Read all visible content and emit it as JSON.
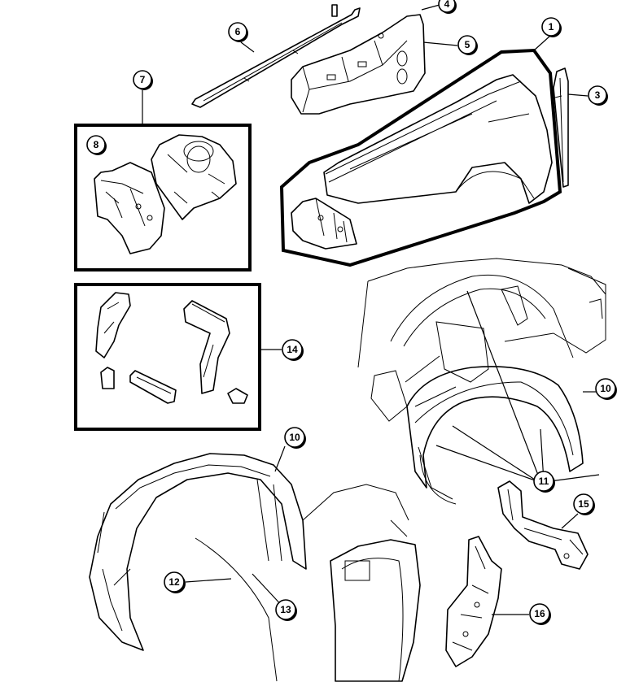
{
  "callouts": {
    "c1": "1",
    "c3": "3",
    "c4": "4",
    "c5": "5",
    "c6": "6",
    "c7": "7",
    "c8": "8",
    "c10a": "10",
    "c10b": "10",
    "c11": "11",
    "c12": "12",
    "c13": "13",
    "c14": "14",
    "c15": "15",
    "c16": "16"
  }
}
